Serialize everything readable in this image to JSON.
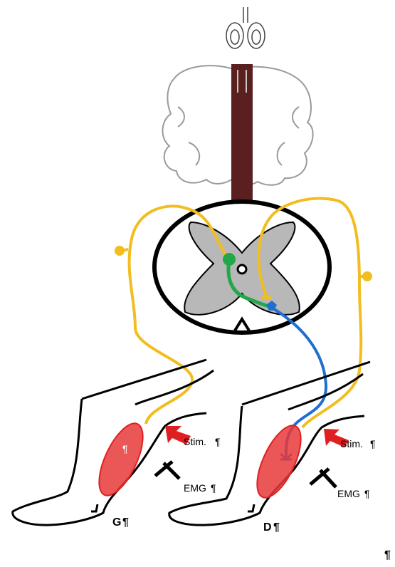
{
  "labels": {
    "stim_left": "Stim.",
    "stim_right": "Stim.",
    "emg_left": "EMG",
    "emg_right": "EMG",
    "panel_left": "G",
    "panel_right": "D",
    "pilcrow": "¶"
  },
  "colors": {
    "corticospinal_arrow": "#5a1f1f",
    "afferent": "#f2bd1f",
    "interneuron": "#22a84a",
    "motoneuron": "#1f6fd1",
    "muscle": "#e8383a",
    "stim_arrow": "#e02020",
    "grey_matter": "#b8b8b8"
  }
}
